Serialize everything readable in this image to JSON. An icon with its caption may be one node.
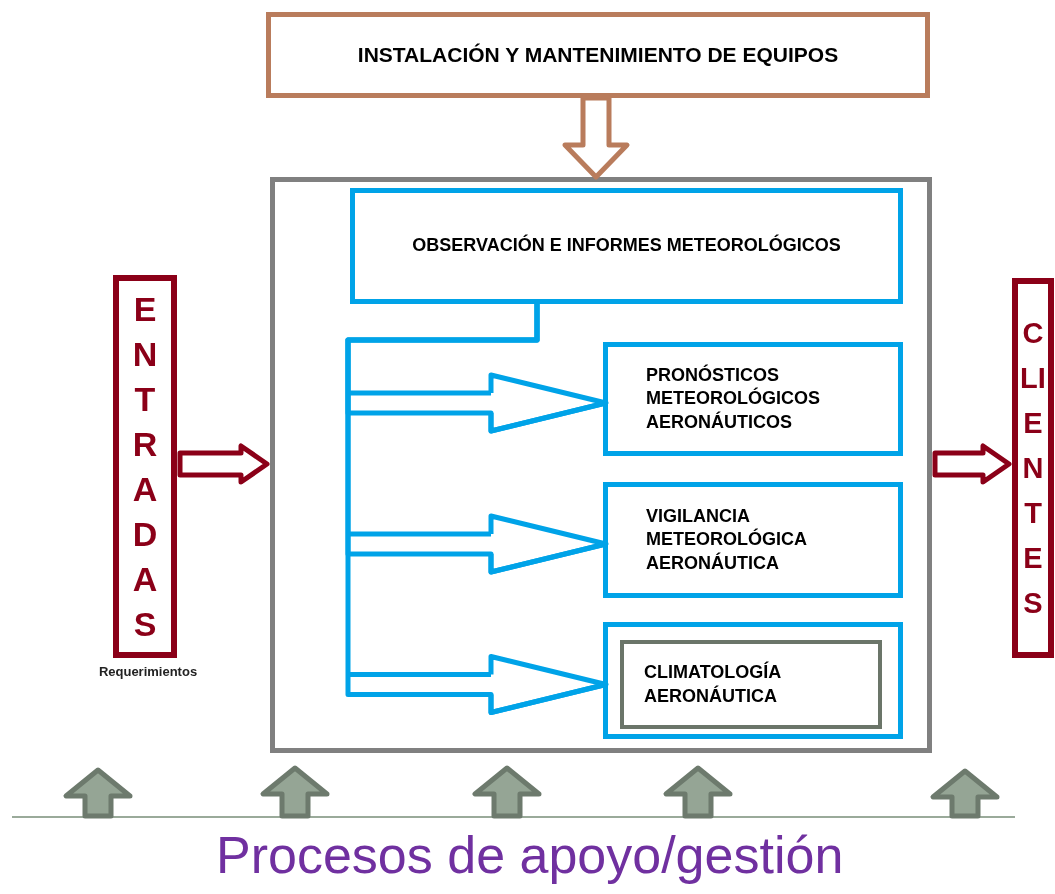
{
  "diagram": {
    "nodes": [
      {
        "text": [
          "INSTALACIÓN Y MANTENIMIENTO DE EQUIPOS"
        ]
      },
      {
        "text": [],
        "shape": "box"
      },
      {
        "text": [
          "OBSERVACIÓN E INFORMES METEOROLÓGICOS"
        ],
        "in": 1
      },
      {
        "text": [
          "PRONÓSTICOS METEOROLÓGICOS AERONÁUTICOS"
        ],
        "in": 1
      },
      {
        "text": [
          "VIGILANCIA METEOROLÓGICA AERONÁUTICA"
        ],
        "in": 1
      },
      {
        "text": [],
        "shape": "box",
        "in": 1
      },
      {
        "text": [
          "CLIMATOLOGÍA AERONÁUTICA"
        ],
        "in": 5
      },
      {
        "text": [
          "ENTRADAS"
        ],
        "beside": [
          "Requerimientos"
        ]
      },
      {
        "text": [
          "CLIENTES"
        ]
      },
      {
        "text": [
          "Procesos de apoyo/gestión"
        ]
      }
    ],
    "edges": [
      {
        "from": 0,
        "to": 1,
        "arrow": "to",
        "color": "#b97c5c"
      },
      {
        "from": 7,
        "to": 1,
        "arrow": "to",
        "color": "#8b0018"
      },
      {
        "from": 1,
        "to": 8,
        "arrow": "to",
        "color": "#8b0018"
      },
      {
        "from": 2,
        "to": 3,
        "arrow": "to",
        "color": "#00a3e8"
      },
      {
        "from": 2,
        "to": 4,
        "arrow": "to",
        "color": "#00a3e8"
      },
      {
        "from": 2,
        "to": 5,
        "arrow": "to",
        "color": "#00a3e8"
      },
      {
        "from": 9,
        "to": null,
        "arrow": "to"
      },
      {
        "from": 9,
        "to": null,
        "arrow": "to"
      },
      {
        "from": 9,
        "to": null,
        "arrow": "to"
      },
      {
        "from": 9,
        "to": null,
        "arrow": "to"
      },
      {
        "from": 9,
        "to": null,
        "arrow": "to"
      }
    ]
  }
}
